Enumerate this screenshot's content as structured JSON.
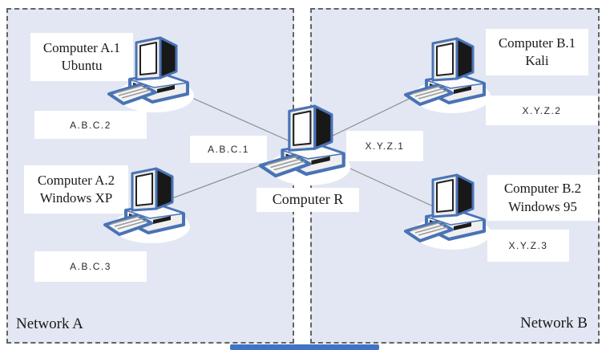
{
  "colors": {
    "network_fill": "#e2e7f3",
    "dashed_border": "#636363",
    "pc_outline": "#4a73b5",
    "connection_line": "#8f8f8f",
    "bottom_bar": "#4173c4"
  },
  "networks": {
    "a": {
      "label": "Network A",
      "router_interface_ip": "A.B.C.1",
      "computers": [
        {
          "name": "Computer A.1",
          "os": "Ubuntu",
          "ip": "A.B.C.2"
        },
        {
          "name": "Computer A.2",
          "os": "Windows XP",
          "ip": "A.B.C.3"
        }
      ]
    },
    "b": {
      "label": "Network B",
      "router_interface_ip": "X.Y.Z.1",
      "computers": [
        {
          "name": "Computer B.1",
          "os": "Kali",
          "ip": "X.Y.Z.2"
        },
        {
          "name": "Computer B.2",
          "os": "Windows 95",
          "ip": "X.Y.Z.3"
        }
      ]
    }
  },
  "router": {
    "label": "Computer R"
  }
}
